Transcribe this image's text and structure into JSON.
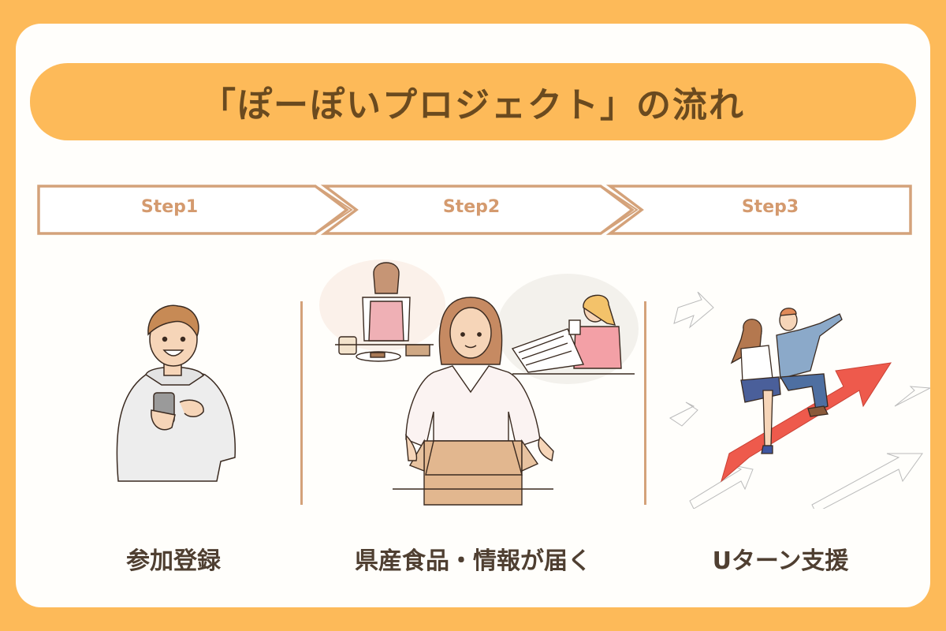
{
  "title": "「ぽーぽいプロジェクト」の流れ",
  "colors": {
    "background": "#FDBA59",
    "card": "#FFFEFB",
    "title_text": "#6A4A1F",
    "ribbon_border": "#D4A27A",
    "step_text": "#D49A6E",
    "label_text": "#4F3F31",
    "accent_arrow": "#EE5A4C"
  },
  "steps": [
    {
      "label": "Step1",
      "caption": "参加登録",
      "illustration": "man-using-smartphone"
    },
    {
      "label": "Step2",
      "caption": "県産食品・情報が届く",
      "illustration": "woman-opening-box-with-food-and-newspaper-bubbles"
    },
    {
      "label": "Step3",
      "caption": "Uターン支援",
      "illustration": "couple-riding-red-upward-arrow"
    }
  ]
}
